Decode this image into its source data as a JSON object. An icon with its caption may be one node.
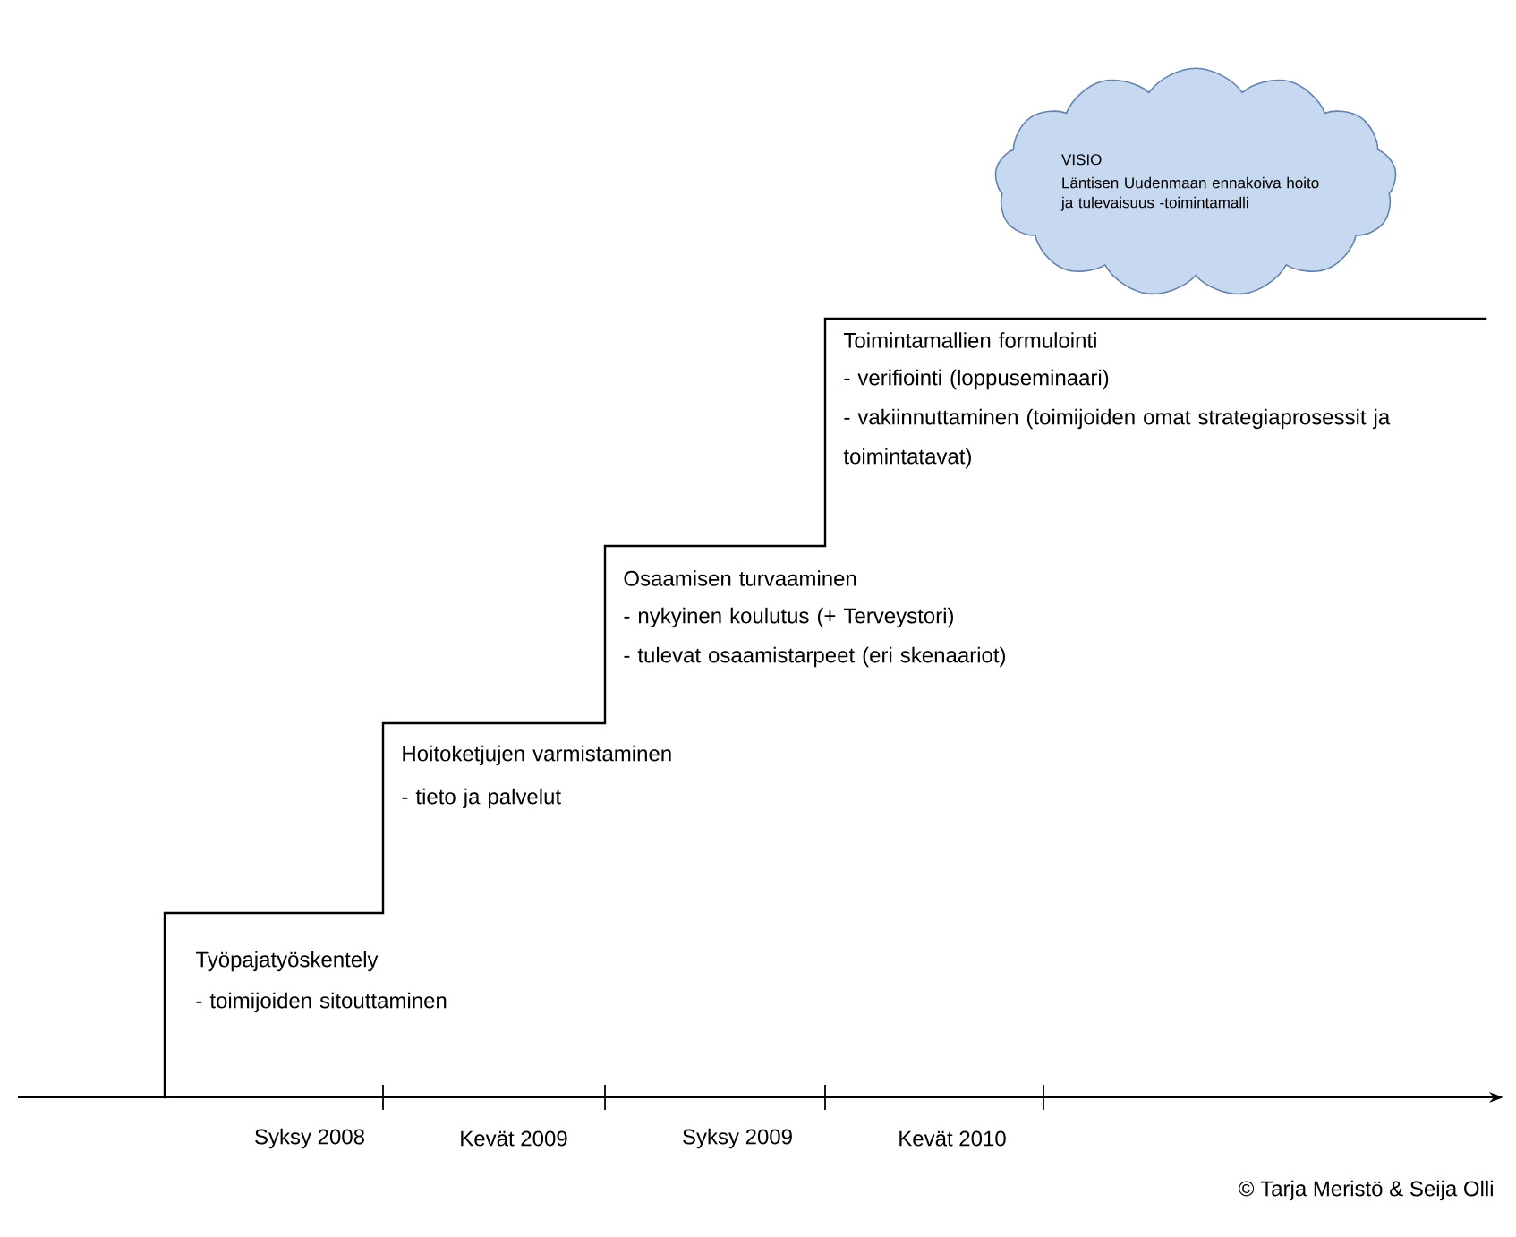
{
  "diagram": {
    "nodes": [
      {
        "text": [
          "VISIO",
          "Läntisen Uudenmaan ennakoiva hoito ja tulevaisuus -toimintamalli"
        ]
      }
    ],
    "edges": [],
    "labels": [
      "Toimintamallien formulointi",
      "- verifiointi (loppuseminaari)",
      "- vakiinnuttaminen (toimijoiden omat strategiaprosessit ja toimintatavat)",
      "Osaamisen turvaaminen",
      "- nykyinen koulutus (+ Terveystori)",
      "- tulevat osaamistarpeet (eri skenaariot)",
      "Hoitoketjujen varmistaminen",
      "- tieto ja palvelut",
      "Työpajatyöskentely",
      "- toimijoiden sitouttaminen",
      "Syksy 2008",
      "Kevät 2009",
      "Syksy 2009",
      "Kevät 2010",
      "© Tarja Meristö & Seija Olli"
    ]
  }
}
